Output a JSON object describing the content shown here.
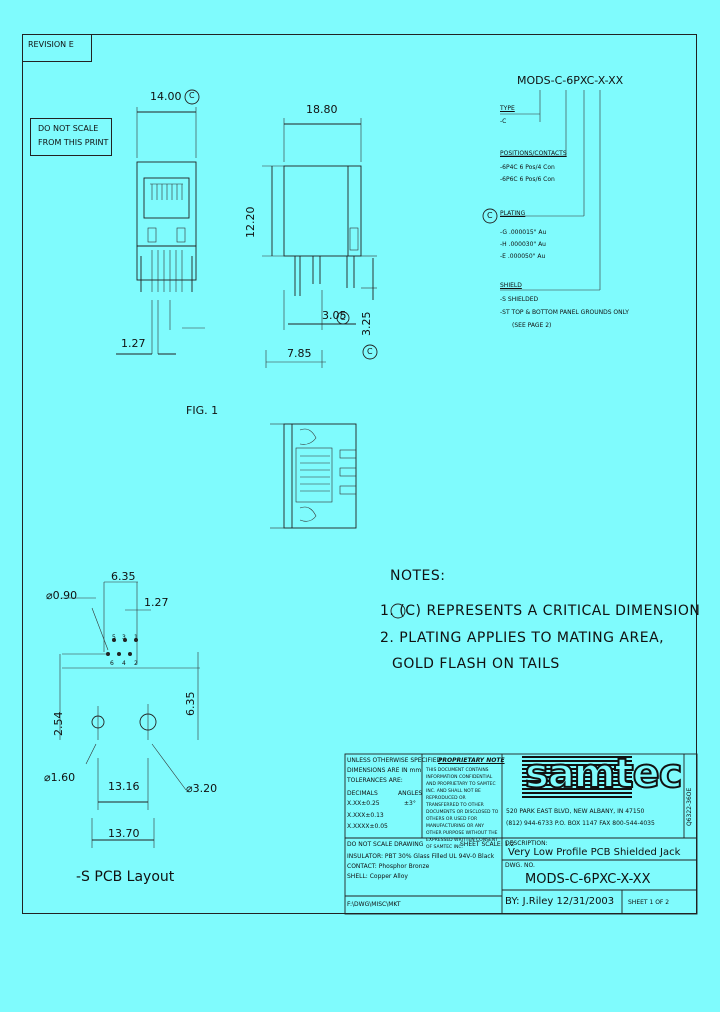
{
  "revision": "REVISION E",
  "do_not_scale": [
    "DO NOT SCALE",
    "FROM THIS PRINT"
  ],
  "dims": {
    "width_front": "14.00",
    "width_side": "18.80",
    "height_side": "12.20",
    "pitch_front": "1.27",
    "tail_offset": "3.05",
    "tail_len": "3.25",
    "depth_offset": "7.85"
  },
  "fig_label": "FIG. 1",
  "part_number": {
    "code": "MODS-C-6PXC-X-XX",
    "type_title": "TYPE",
    "type_value": "-C",
    "positions_title": "POSITIONS/CONTACTS",
    "positions": [
      "-6P4C  6 Pos/4 Con",
      "-6P6C  6 Pos/6 Con"
    ],
    "plating_title": "PLATING",
    "plating": [
      "-G  .000015\" Au",
      "-H  .000030\" Au",
      "-E  .000050\" Au"
    ],
    "shield_title": "SHIELD",
    "shield": [
      "-S  SHIELDED",
      "-ST  TOP & BOTTOM PANEL GROUNDS ONLY",
      "(SEE PAGE 2)"
    ]
  },
  "notes": {
    "title": "NOTES:",
    "items": [
      "1. (C) REPRESENTS A CRITICAL DIMENSION",
      "2. PLATING APPLIES TO MATING AREA,",
      "GOLD FLASH ON TAILS"
    ]
  },
  "pcb": {
    "hole_small": "⌀0.90",
    "pitch_a": "6.35",
    "pitch_b": "1.27",
    "v_254": "2.54",
    "v_635": "6.35",
    "hole_160": "⌀1.60",
    "hole_320": "⌀3.20",
    "w_1316": "13.16",
    "w_1370": "13.70",
    "pin_labels": [
      "5",
      "3",
      "1",
      "6",
      "4",
      "2"
    ],
    "caption": "-S PCB Layout"
  },
  "title_block": {
    "tolerances": [
      "UNLESS OTHERWISE SPECIFIED",
      "DIMENSIONS ARE IN mm",
      "TOLERANCES ARE:",
      "DECIMALS",
      "ANGLES",
      "X.XX±0.25",
      "±3°",
      "X.XXX±0.13",
      "X.XXXX±0.05"
    ],
    "proprietary_title": "PROPRIETARY NOTE",
    "proprietary_text": "THIS DOCUMENT CONTAINS INFORMATION CONFIDENTIAL AND PROPRIETARY TO SAMTEC INC. AND SHALL NOT BE REPRODUCED OR TRANSFERRED TO OTHER DOCUMENTS OR DISCLOSED TO OTHERS OR USED FOR MANUFACTURING OR ANY OTHER PURPOSE WITHOUT THE EXPRESSED WRITTEN CONSENT OF SAMTEC INC.",
    "brand": "samtec",
    "address": [
      "520 PARK EAST BLVD, NEW ALBANY, IN 47150",
      "(812) 944-6733  P.O. BOX 1147  FAX 800-544-4035"
    ],
    "side_code": "Q6322-36OE",
    "materials": [
      "DO NOT SCALE DRAWING",
      "INSULATOR: PBT 30% Glass Filled UL 94V-0 Black",
      "CONTACT: Phosphor Bronze",
      "SHELL: Copper Alloy"
    ],
    "sheet_scale": "SHEET SCALE: 1:2",
    "file_path": "F:\\DWG\\MISC\\MKT",
    "description_label": "DESCRIPTION:",
    "description": "Very Low Profile PCB Shielded Jack",
    "dwg_label": "DWG. NO.",
    "dwg_no": "MODS-C-6PXC-X-XX",
    "by": "BY: J.Riley  12/31/2003",
    "sheet": "SHEET 1 OF 2"
  }
}
